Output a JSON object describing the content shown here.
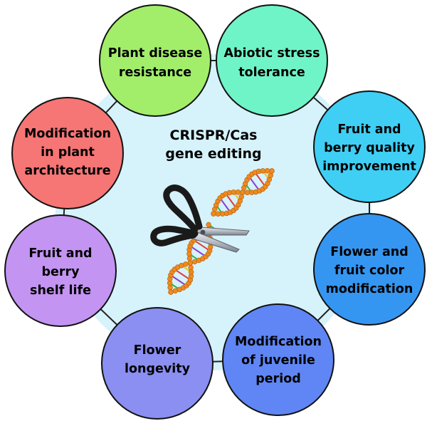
{
  "center": {
    "title_lines": [
      "CRISPR/Cas",
      "gene editing"
    ],
    "fill": "#d6f2fb"
  },
  "nodes": [
    {
      "id": "plant-disease-resistance",
      "lines": [
        "Plant disease",
        "resistance"
      ],
      "color": "#a2ee6a"
    },
    {
      "id": "abiotic-stress-tolerance",
      "lines": [
        "Abiotic stress",
        "tolerance"
      ],
      "color": "#6ff4c8"
    },
    {
      "id": "fruit-berry-quality",
      "lines": [
        "Fruit and",
        "berry quality",
        "improvement"
      ],
      "color": "#3fcff5"
    },
    {
      "id": "flower-fruit-color",
      "lines": [
        "Flower and",
        "fruit color",
        "modification"
      ],
      "color": "#3596f1"
    },
    {
      "id": "juvenile-period",
      "lines": [
        "Modification",
        "of juvenile",
        "period"
      ],
      "color": "#5f86f4"
    },
    {
      "id": "flower-longevity",
      "lines": [
        "Flower",
        "longevity"
      ],
      "color": "#8a8ff1"
    },
    {
      "id": "shelf-life",
      "lines": [
        "Fruit and",
        "berry",
        "shelf life"
      ],
      "color": "#c394f1"
    },
    {
      "id": "plant-architecture",
      "lines": [
        "Modification",
        "in plant",
        "architecture"
      ],
      "color": "#f67575"
    }
  ],
  "icons": [
    "scissors-icon",
    "dna-helix-icon"
  ],
  "colors": {
    "ring_line": "#222222",
    "outline": "#111111",
    "dna_orange": "#ee8a1f",
    "scissors_handle": "#1a1a1a",
    "scissors_blade": "#bfc5cc"
  }
}
